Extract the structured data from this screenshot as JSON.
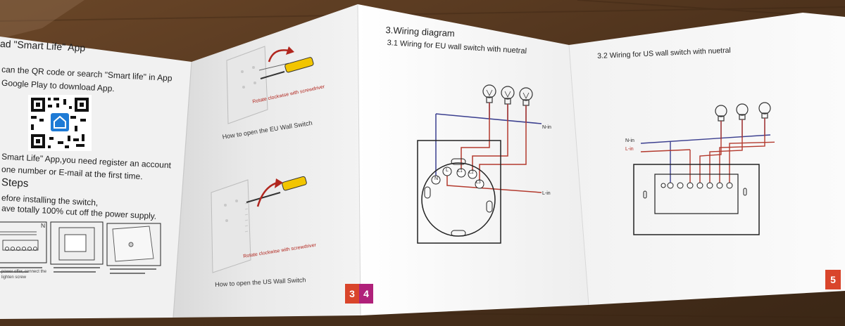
{
  "panel1": {
    "heading": "ad \"Smart Life\" App",
    "line1": "can the QR code or search \"Smart life\" in App",
    "line2": "Google Play to download App.",
    "line3": "Smart Life\" App,you need register an account",
    "line4": "one number or E-mail at the first time.",
    "steps_heading": "Steps",
    "line5": "efore installing the switch,",
    "line6": "ave totally 100% cut off the power supply.",
    "thumb_n": "N",
    "caption1": "power offer, connect the",
    "caption2": "lighten screw"
  },
  "panel2": {
    "rotate_label_1": "Rotate clockwise with screwdriver",
    "caption_eu": "How to open the EU Wall Switch",
    "rotate_label_2": "Rotate clockwise with screwdriver",
    "caption_us": "How to open the US Wall Switch"
  },
  "panel3": {
    "title": "3.Wiring diagram",
    "subtitle": "3.1 Wiring for EU wall switch with nuetral",
    "n_in": "N-in",
    "l_in": "L-in",
    "terminals": [
      "N",
      "L",
      "L1",
      "L2",
      "L3"
    ]
  },
  "panel4": {
    "subtitle": "3.2 Wiring for US wall switch with nuetral",
    "n_in": "N-in",
    "l_in": "L-in"
  },
  "page_numbers": {
    "p3": "3",
    "p4": "4",
    "p5": "5"
  },
  "colors": {
    "wire_neutral": "#3b3f8f",
    "wire_live": "#b33a2e",
    "page_3_badge": "#d9452b",
    "page_4_badge": "#b0217a",
    "page_5_badge": "#d9452b"
  }
}
